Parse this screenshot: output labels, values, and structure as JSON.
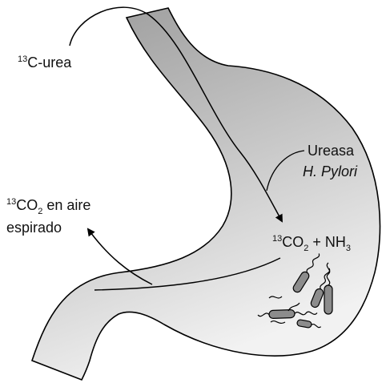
{
  "diagram": {
    "urea_label": {
      "sup": "13",
      "text": "C-urea"
    },
    "exhaled_label": {
      "sup": "13",
      "co": "CO",
      "sub": "2",
      "rest": " en aire",
      "line2": "espirado"
    },
    "enzyme_label": {
      "line1": "Ureasa",
      "line2": "H. Pylori"
    },
    "products_label": {
      "sup": "13",
      "co": "CO",
      "sub": "2",
      "plus": " + NH",
      "sub2": "3"
    },
    "colors": {
      "stomach_dark": "#9a9a9a",
      "stomach_light": "#efefef",
      "outline": "#000000",
      "bacteria": "#8c8c8c"
    }
  }
}
